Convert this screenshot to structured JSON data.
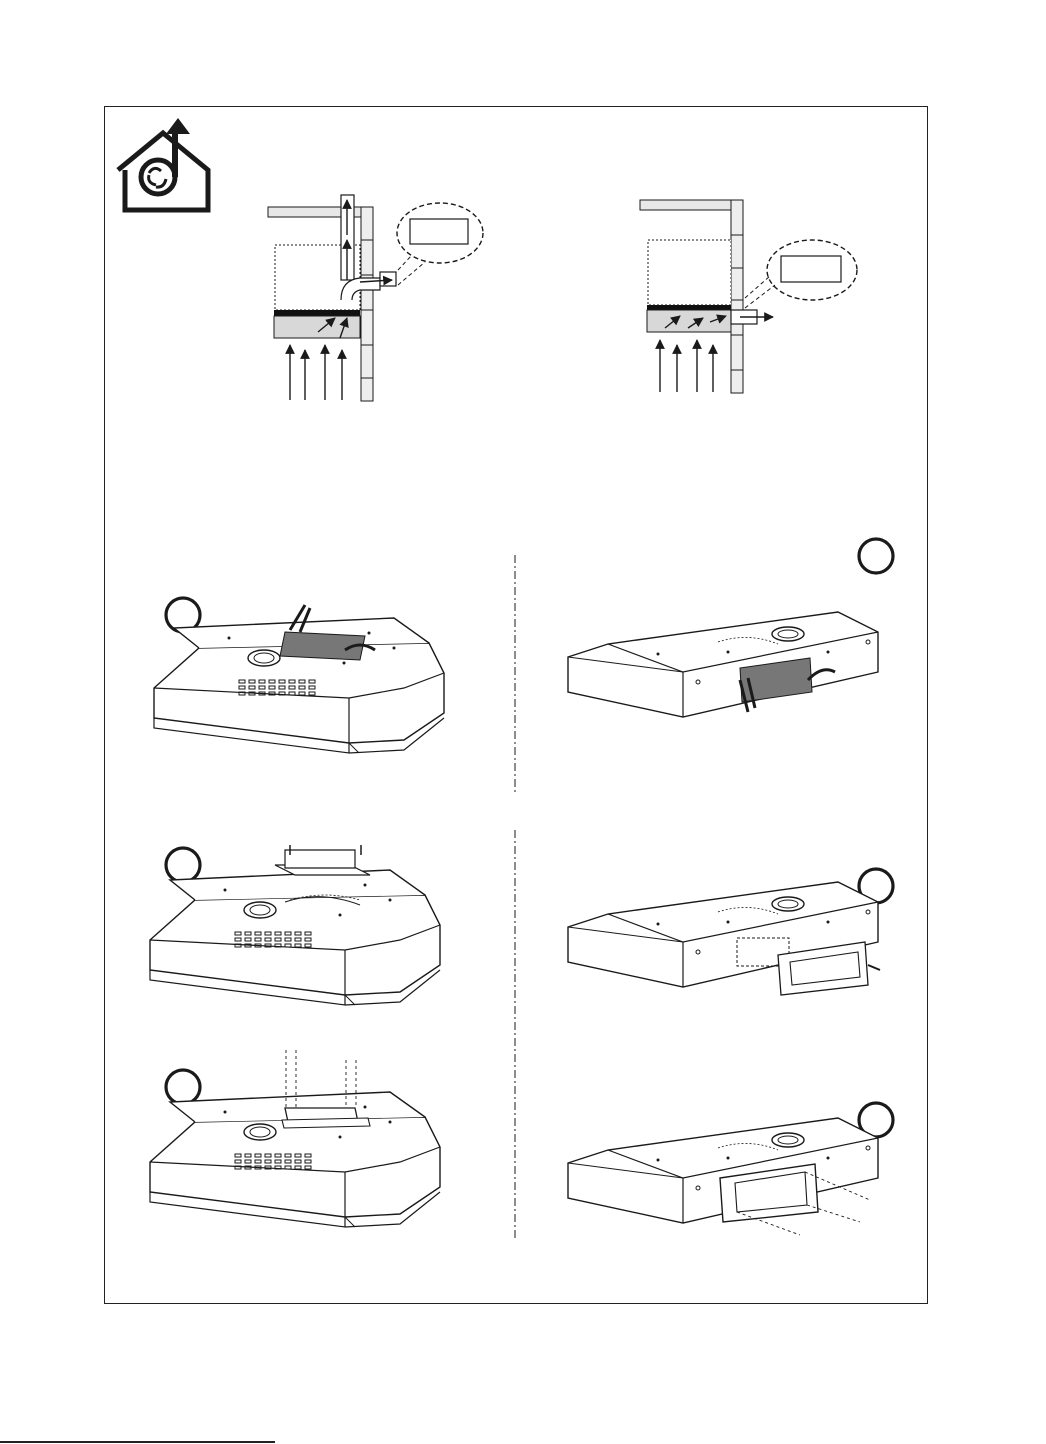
{
  "colors": {
    "ink": "#1a1a1a",
    "filter_fill": "#d8d8d8",
    "cabinet_fill": "#e4e4e4",
    "tape_fill": "#777777"
  },
  "icons": {
    "logo": "house-duct-fan-icon",
    "step_marker": "step-circle-icon"
  },
  "steps": [
    {
      "panel": "top-left"
    },
    {
      "panel": "top-right"
    },
    {
      "panel": "middle-left"
    },
    {
      "panel": "middle-right"
    },
    {
      "panel": "bottom-left"
    },
    {
      "panel": "bottom-right"
    }
  ]
}
